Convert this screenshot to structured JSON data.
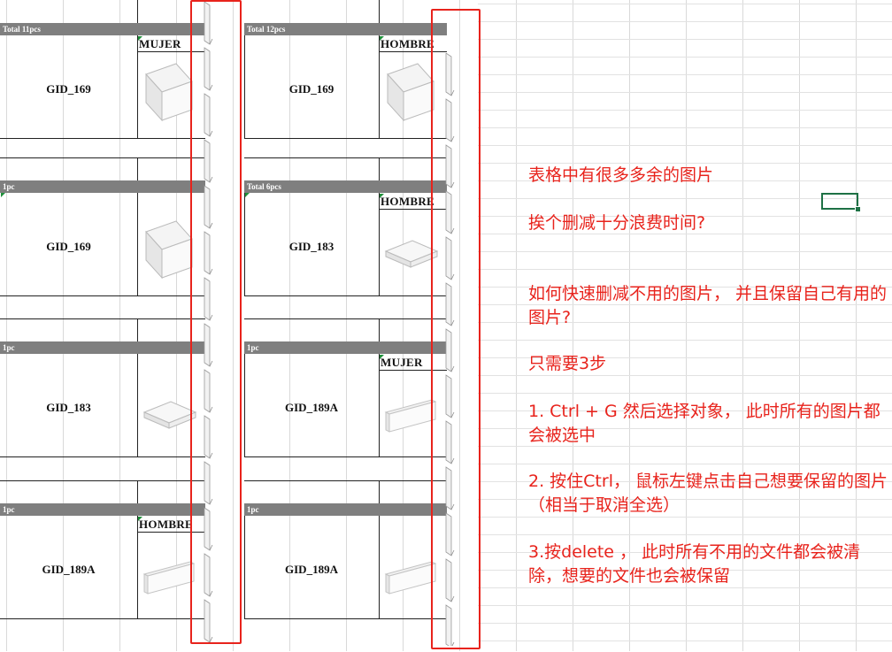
{
  "sheet": {
    "cards_left": [
      {
        "total": "Total 11pcs",
        "gid": "GID_169",
        "gender": "MUJER",
        "shape": "block"
      },
      {
        "total": "1pc",
        "gid": "GID_169",
        "gender": "",
        "shape": "block"
      },
      {
        "total": "1pc",
        "gid": "GID_183",
        "gender": "",
        "shape": "flat"
      },
      {
        "total": "1pc",
        "gid": "GID_189A",
        "gender": "HOMBRE",
        "shape": "panel"
      }
    ],
    "cards_right": [
      {
        "total": "Total 12pcs",
        "gid": "GID_169",
        "gender": "HOMBRE",
        "shape": "block"
      },
      {
        "total": "Total 6pcs",
        "gid": "GID_183",
        "gender": "HOMBRE",
        "shape": "flat"
      },
      {
        "total": "1pc",
        "gid": "GID_189A",
        "gender": "MUJER",
        "shape": "panel"
      },
      {
        "total": "1pc",
        "gid": "GID_189A",
        "gender": "",
        "shape": "panel"
      }
    ]
  },
  "notes": {
    "line1": "表格中有很多多余的图片",
    "line2": "挨个删减十分浪费时间?",
    "line3": "如何快速删减不用的图片， 并且保留自己有用的图片?",
    "line4": "只需要3步",
    "step1": "1. Ctrl + G 然后选择对象， 此时所有的图片都会被选中",
    "step2": "2. 按住Ctrl， 鼠标左键点击自己想要保留的图片 （相当于取消全选）",
    "step3": "3.按delete ， 此时所有不用的文件都会被清除，想要的文件也会被保留"
  },
  "colors": {
    "annotation_red": "#e8231c",
    "header_gray": "#7f7f7f",
    "selection_green": "#1e7145"
  }
}
